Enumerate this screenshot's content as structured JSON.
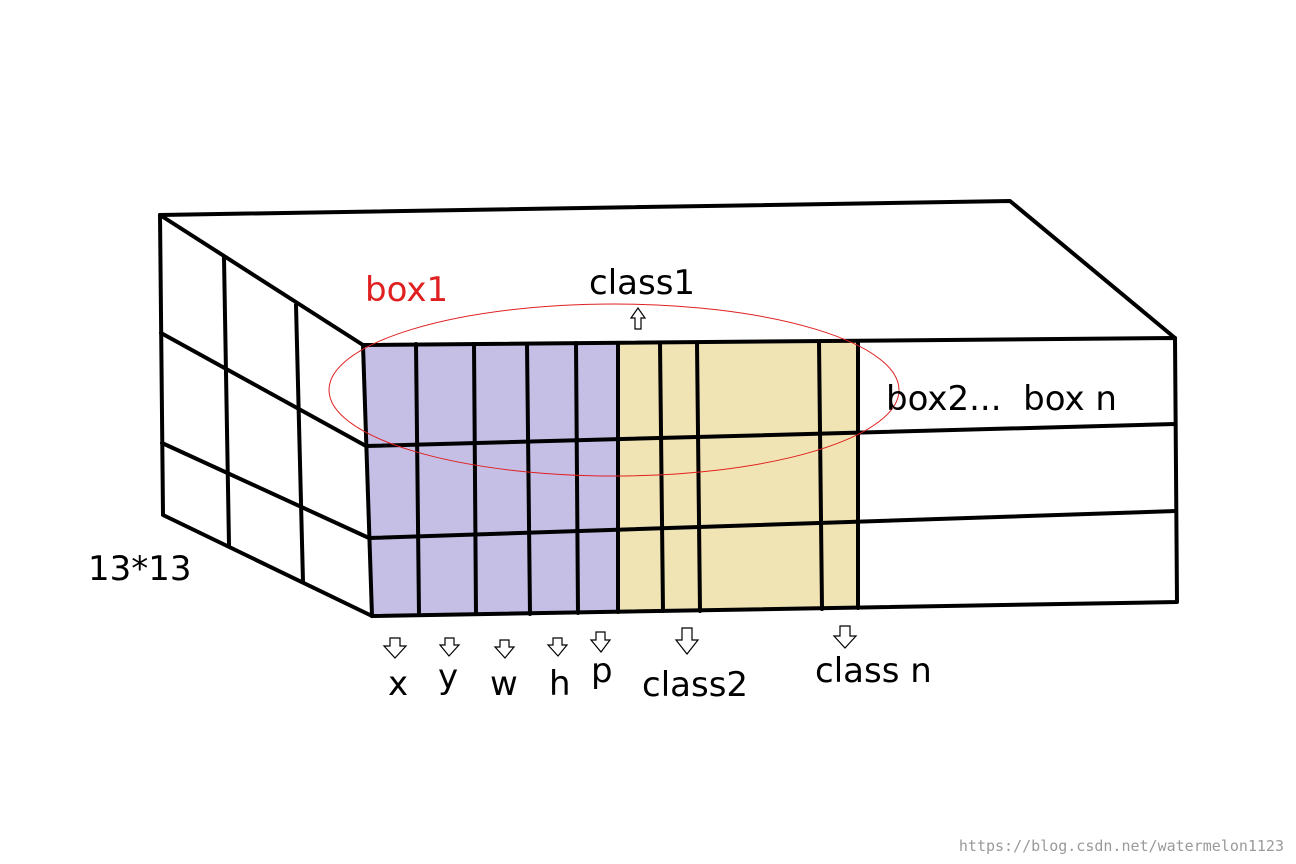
{
  "diagram": {
    "labels": {
      "box1": "box1",
      "class1": "class1",
      "box_rest": "box2...  box n",
      "grid_size": "13*13",
      "x": "x",
      "y": "y",
      "w": "w",
      "h": "h",
      "p": "p",
      "class2": "class2",
      "class_n": "class n"
    },
    "watermark": "https://blog.csdn.net/watermelon1123"
  },
  "colors": {
    "box_coords_fill": "#c5bfe6",
    "class_fill": "#f0e4b4",
    "outline": "#000000",
    "highlight_ellipse": "#e02020",
    "watermark": "#9a9a9a"
  },
  "icons": {
    "up_arrow": "hollow-up-arrow",
    "down_arrow": "hollow-down-arrow"
  }
}
